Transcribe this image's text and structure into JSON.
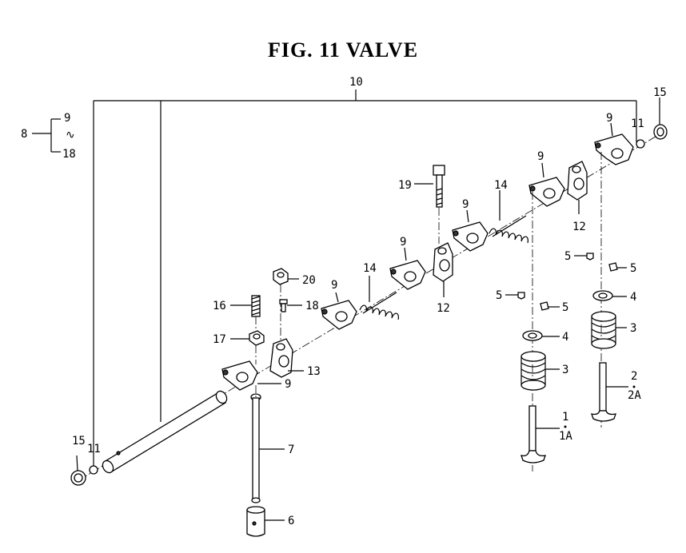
{
  "title": "FIG. 11  VALVE",
  "labels": {
    "p10": "10",
    "p15_right": "15",
    "p15_left": "15",
    "p11_right": "11",
    "p11_left": "11",
    "p8": "8",
    "p8_top": "9",
    "p8_tilde": "∿",
    "p8_bottom": "18",
    "p9_a": "9",
    "p9_b": "9",
    "p9_c": "9",
    "p9_d": "9",
    "p9_e": "9",
    "p9_f": "9",
    "p19": "19",
    "p14_a": "14",
    "p14_b": "14",
    "p12_a": "12",
    "p12_b": "12",
    "p20": "20",
    "p16": "16",
    "p18": "18",
    "p17": "17",
    "p13": "13",
    "p5_a": "5",
    "p5_b": "5",
    "p5_c": "5",
    "p5_d": "5",
    "p4_a": "4",
    "p4_b": "4",
    "p3_a": "3",
    "p3_b": "3",
    "p2": "2",
    "p2a": "2A",
    "p1": "1",
    "p1a": "1A",
    "p7": "7",
    "p6": "6"
  }
}
